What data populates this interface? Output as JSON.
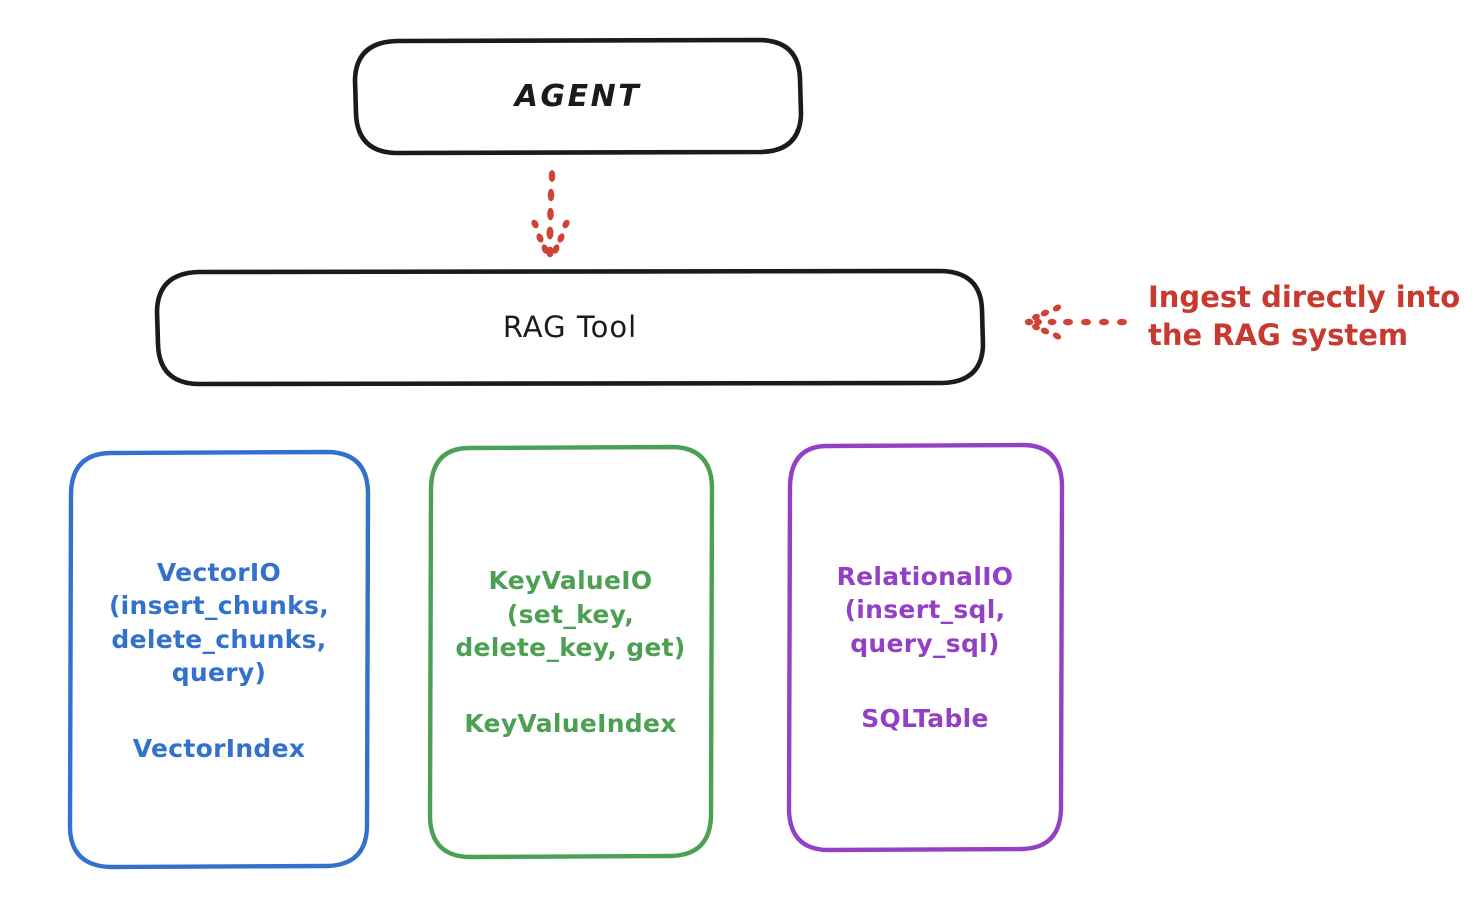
{
  "diagram": {
    "title_node": {
      "label": "AGENT"
    },
    "tool_node": {
      "label": "RAG Tool"
    },
    "annotation": {
      "text": "Ingest directly into\nthe RAG system"
    },
    "stores": [
      {
        "api": "VectorIO\n(insert_chunks,\ndelete_chunks,\nquery)",
        "index": "VectorIndex",
        "color": "#3272cc"
      },
      {
        "api": "KeyValueIO\n(set_key,\ndelete_key, get)",
        "index": "KeyValueIndex",
        "color": "#4ca054"
      },
      {
        "api": "RelationalIO\n(insert_sql,\nquery_sql)",
        "index": "SQLTable",
        "color": "#9440c4"
      }
    ],
    "connectors": [
      {
        "name": "agent-to-rag-tool",
        "style": "dotted-arrow-down",
        "color": "#c8392f"
      },
      {
        "name": "annotation-to-rag-tool",
        "style": "dotted-arrow-left",
        "color": "#c8392f"
      }
    ],
    "colors": {
      "stroke_black": "#1b1b1b",
      "accent_red": "#c8392f",
      "blue": "#3272cc",
      "green": "#4ca054",
      "purple": "#9440c4",
      "background": "#ffffff"
    }
  }
}
